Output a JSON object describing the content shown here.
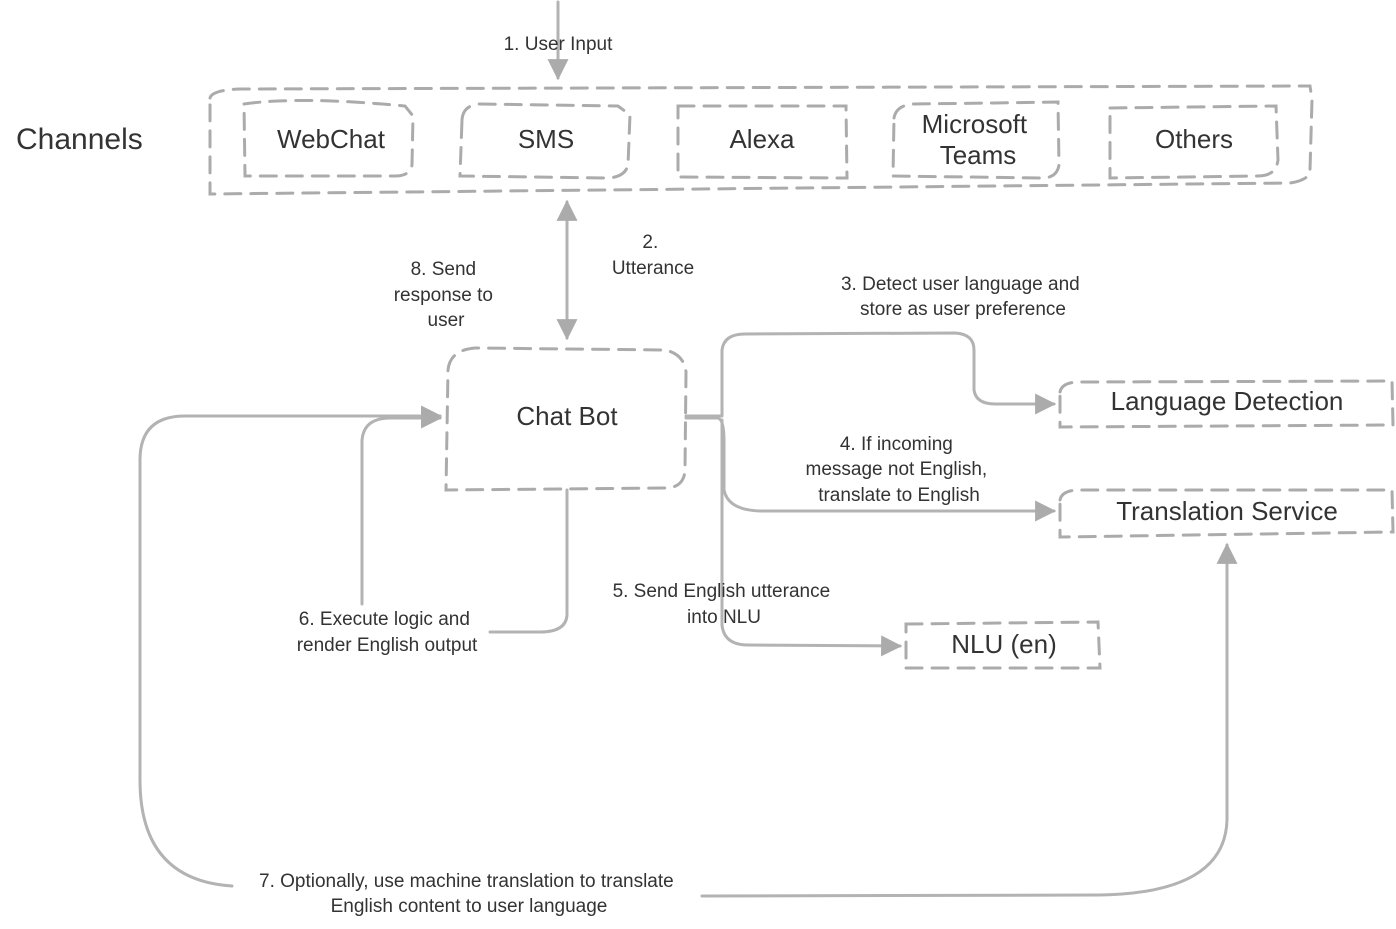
{
  "diagram": {
    "group_title": "Channels",
    "channels": [
      "WebChat",
      "SMS",
      "Alexa",
      "Microsoft\nTeams",
      "Others"
    ],
    "nodes": {
      "chatbot": "Chat Bot",
      "language_detection": "Language Detection",
      "translation_service": "Translation Service",
      "nlu": "NLU (en)"
    },
    "edges": [
      {
        "id": "step1",
        "label": "1. User Input",
        "from": "user",
        "to": "channels"
      },
      {
        "id": "step2",
        "label": "2.\nUtterance",
        "from": "channels",
        "to": "chatbot"
      },
      {
        "id": "step3",
        "label": "3. Detect user language and\nstore as user preference",
        "from": "chatbot",
        "to": "language_detection"
      },
      {
        "id": "step4",
        "label": "4. If incoming\nmessage not English,\ntranslate to English",
        "from": "chatbot",
        "to": "translation_service"
      },
      {
        "id": "step5",
        "label": "5. Send English utterance\ninto NLU",
        "from": "chatbot",
        "to": "nlu"
      },
      {
        "id": "step6",
        "label": "6. Execute logic and\nrender English output",
        "from": "chatbot",
        "to": "chatbot"
      },
      {
        "id": "step7",
        "label": "7. Optionally, use machine translation to translate\nEnglish content to user language",
        "from": "translation_service",
        "to": "chatbot"
      },
      {
        "id": "step8",
        "label": "8. Send\nresponse to\nuser",
        "from": "chatbot",
        "to": "channels"
      }
    ],
    "colors": {
      "stroke": "#ababab",
      "text": "#333333",
      "background": "#ffffff"
    }
  }
}
